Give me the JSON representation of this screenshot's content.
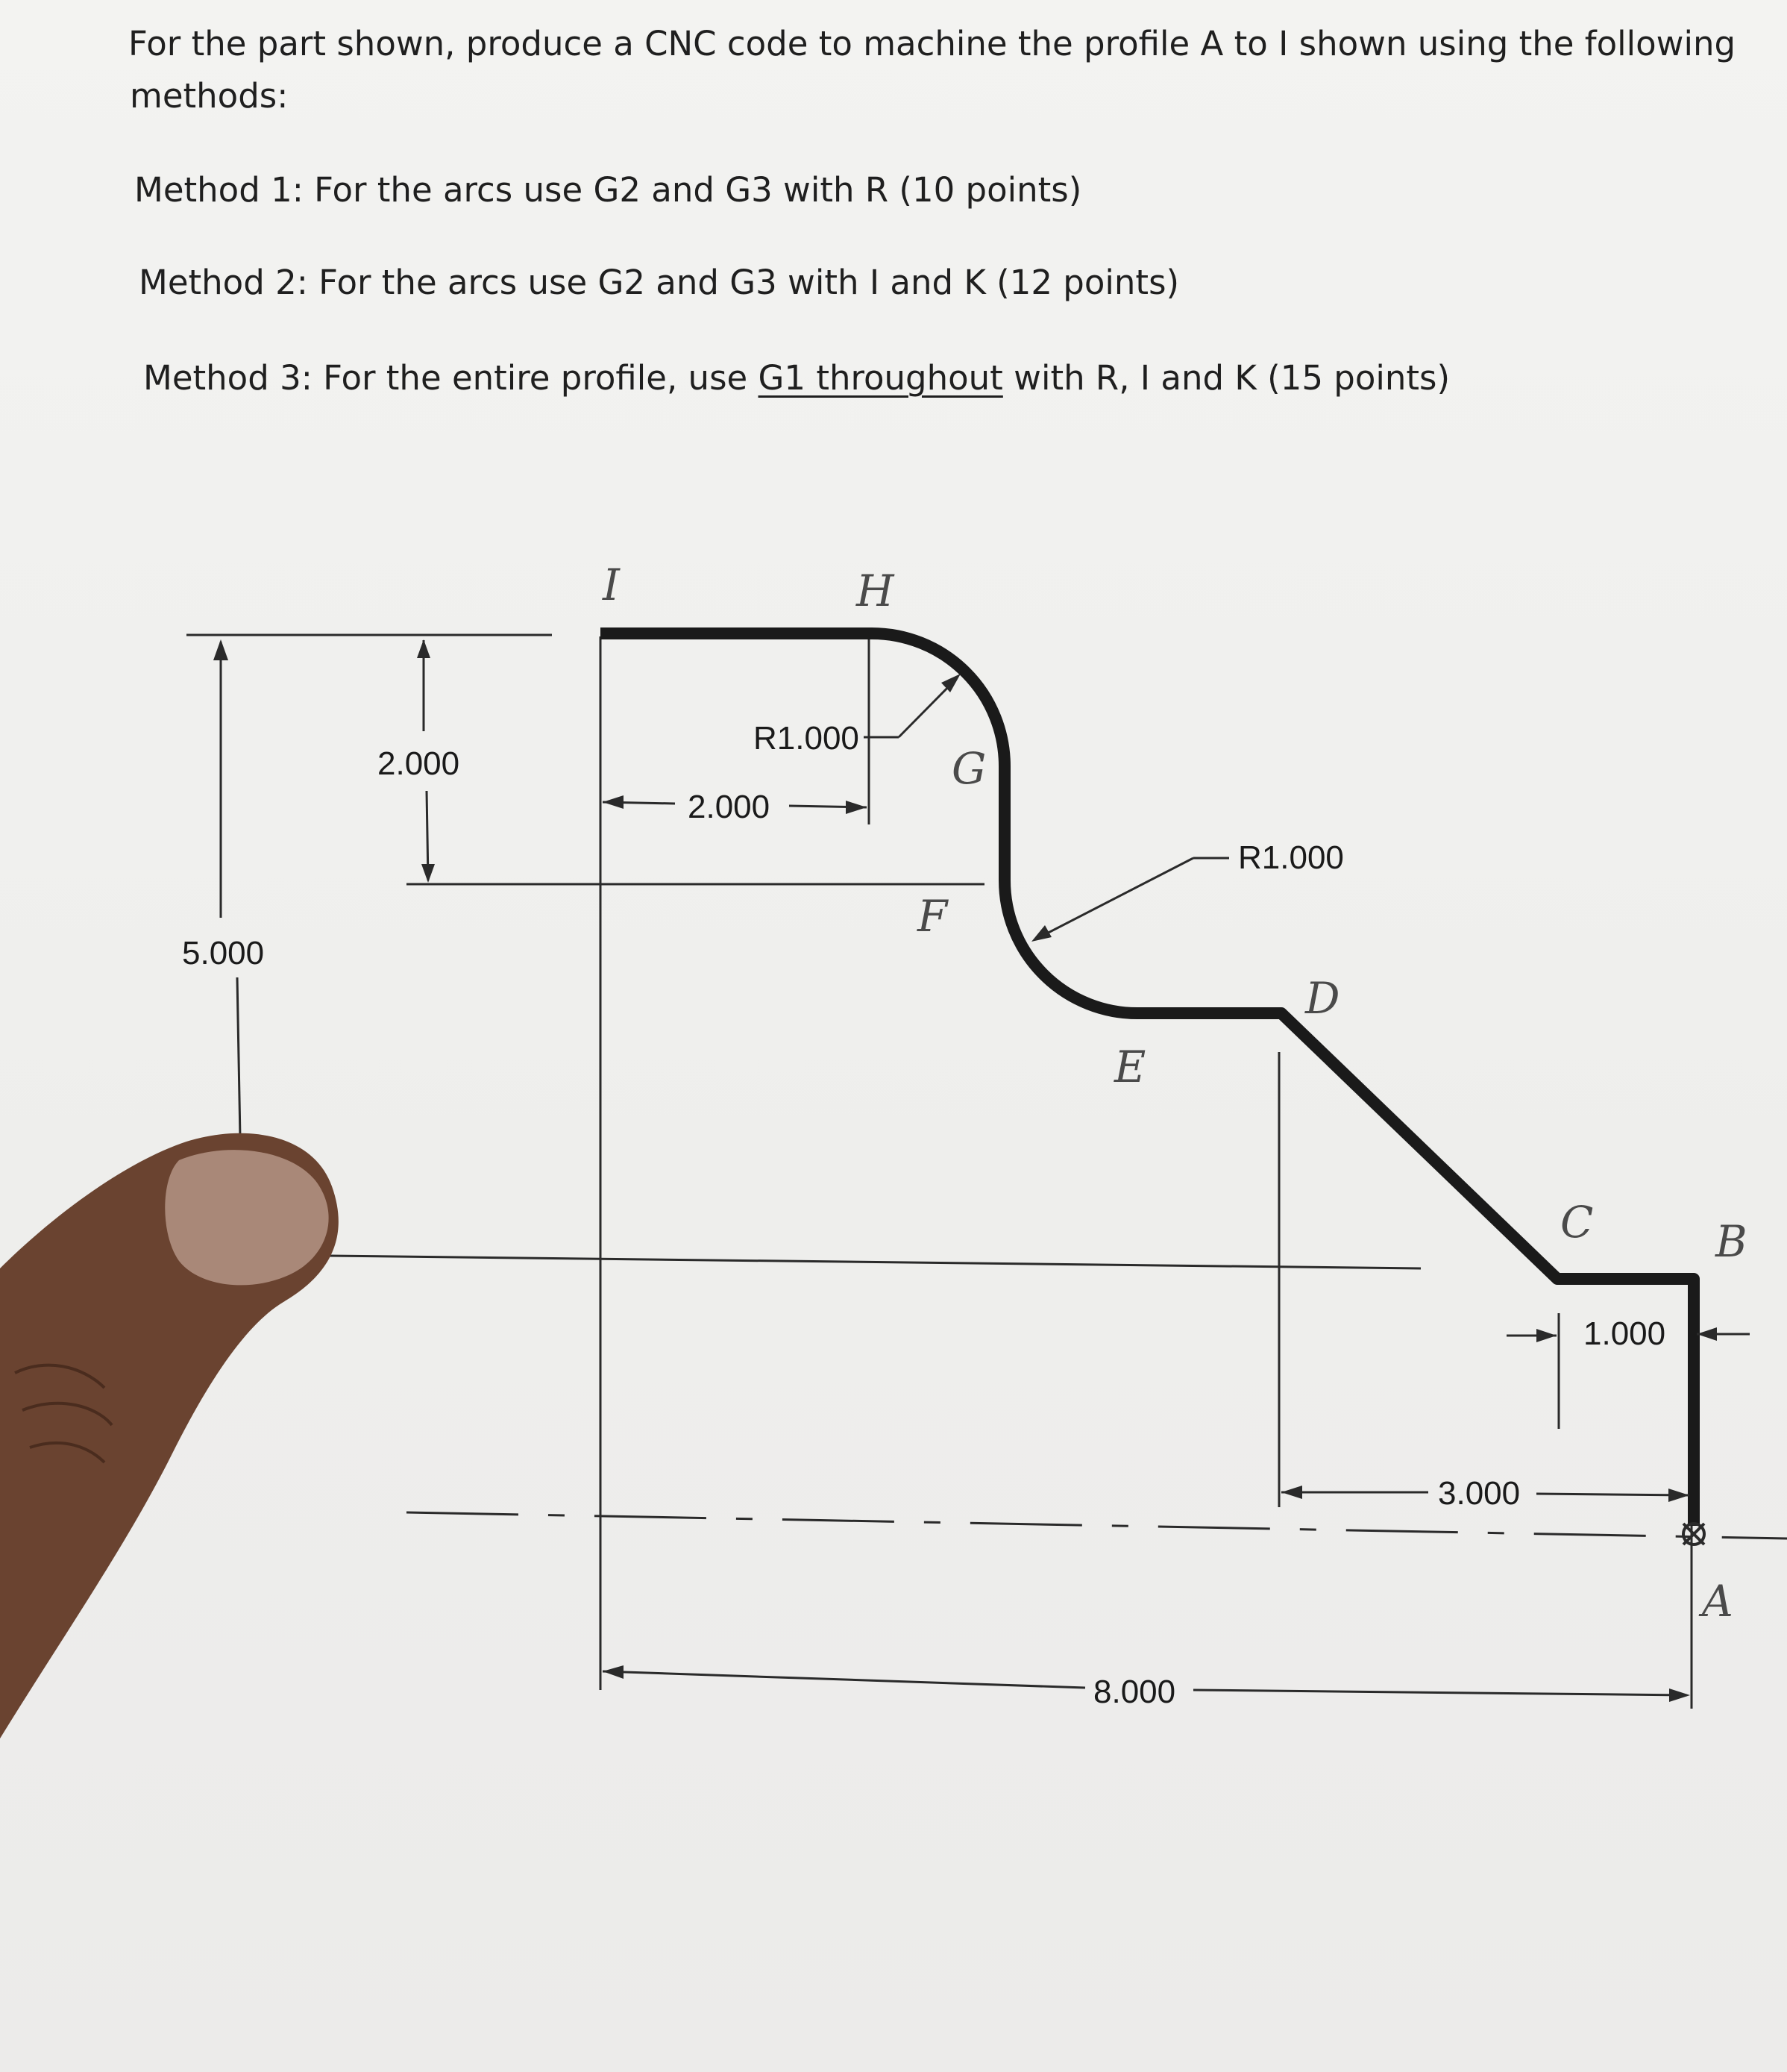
{
  "question": {
    "line1": "For the part shown, produce a CNC code to machine the profile A to I shown using the following",
    "line2": "methods:",
    "method1": "Method 1: For the arcs use G2 and G3 with R (10 points)",
    "method2": "Method 2: For the arcs use G2 and G3 with I and K (12 points)",
    "method3_prefix": "Method 3: For the entire profile, use ",
    "method3_underlined": "G1 throughout",
    "method3_suffix": " with R, I and K (15 points)"
  },
  "drawing": {
    "point_labels": {
      "A": "A",
      "B": "B",
      "C": "C",
      "D": "D",
      "E": "E",
      "F": "F",
      "G": "G",
      "H": "H",
      "I": "I"
    },
    "dimensions": {
      "overall_diameter": "5.000",
      "step_height": "2.000",
      "top_length": "2.000",
      "upper_radius": "R1.000",
      "lower_radius": "R1.000",
      "end_length": "1.000",
      "taper_length": "3.000",
      "overall_length": "8.000"
    },
    "colors": {
      "profile": "#1a1a1a",
      "lines": "#2a2a2a",
      "handwriting": "#4a4a4a"
    }
  }
}
